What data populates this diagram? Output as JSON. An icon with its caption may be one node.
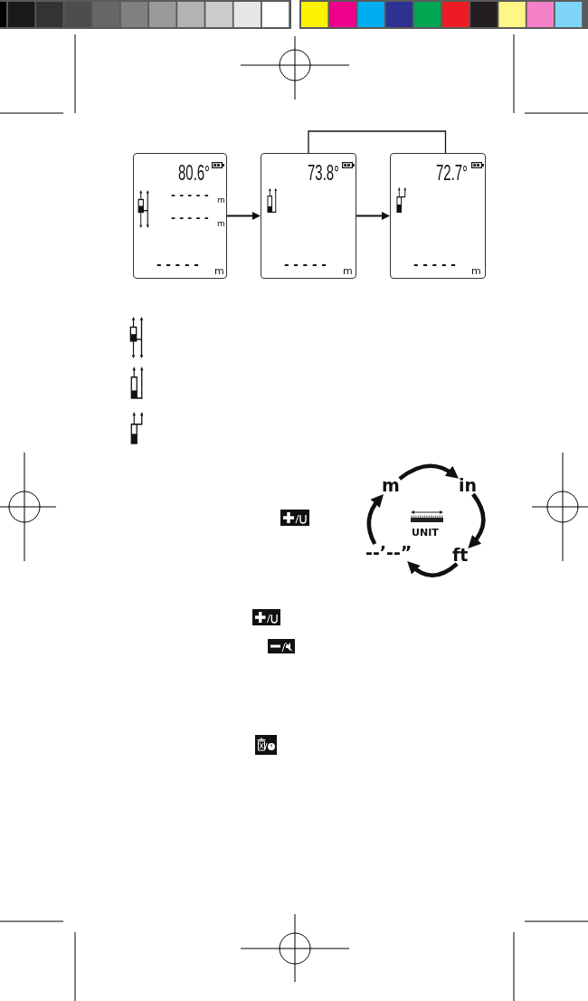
{
  "diagram": {
    "nodes": [
      {
        "text": [
          "80.6°",
          "- - - - -",
          "m",
          "- - - - -",
          "m",
          "- - - - -",
          "m"
        ]
      },
      {
        "text": [
          "73.8°",
          "- - - - -",
          "m"
        ]
      },
      {
        "text": [
          "72.7°",
          "- - - - -",
          "m"
        ]
      },
      {
        "text": [
          "m"
        ]
      },
      {
        "text": [
          "in"
        ]
      },
      {
        "text": [
          "ft"
        ]
      },
      {
        "text": [
          "--’--”"
        ]
      }
    ],
    "edges": [
      {
        "from": 0,
        "to": 1,
        "arrow": "to"
      },
      {
        "from": 1,
        "to": 2,
        "arrow": "to"
      },
      {
        "from": 1,
        "to": 2,
        "arrow": "none"
      },
      {
        "from": 3,
        "to": 4,
        "arrow": "to"
      },
      {
        "from": 4,
        "to": 5,
        "arrow": "to"
      },
      {
        "from": 5,
        "to": 6,
        "arrow": "to"
      },
      {
        "from": 6,
        "to": 3,
        "arrow": "to"
      }
    ],
    "labels": [
      "UNIT"
    ]
  }
}
